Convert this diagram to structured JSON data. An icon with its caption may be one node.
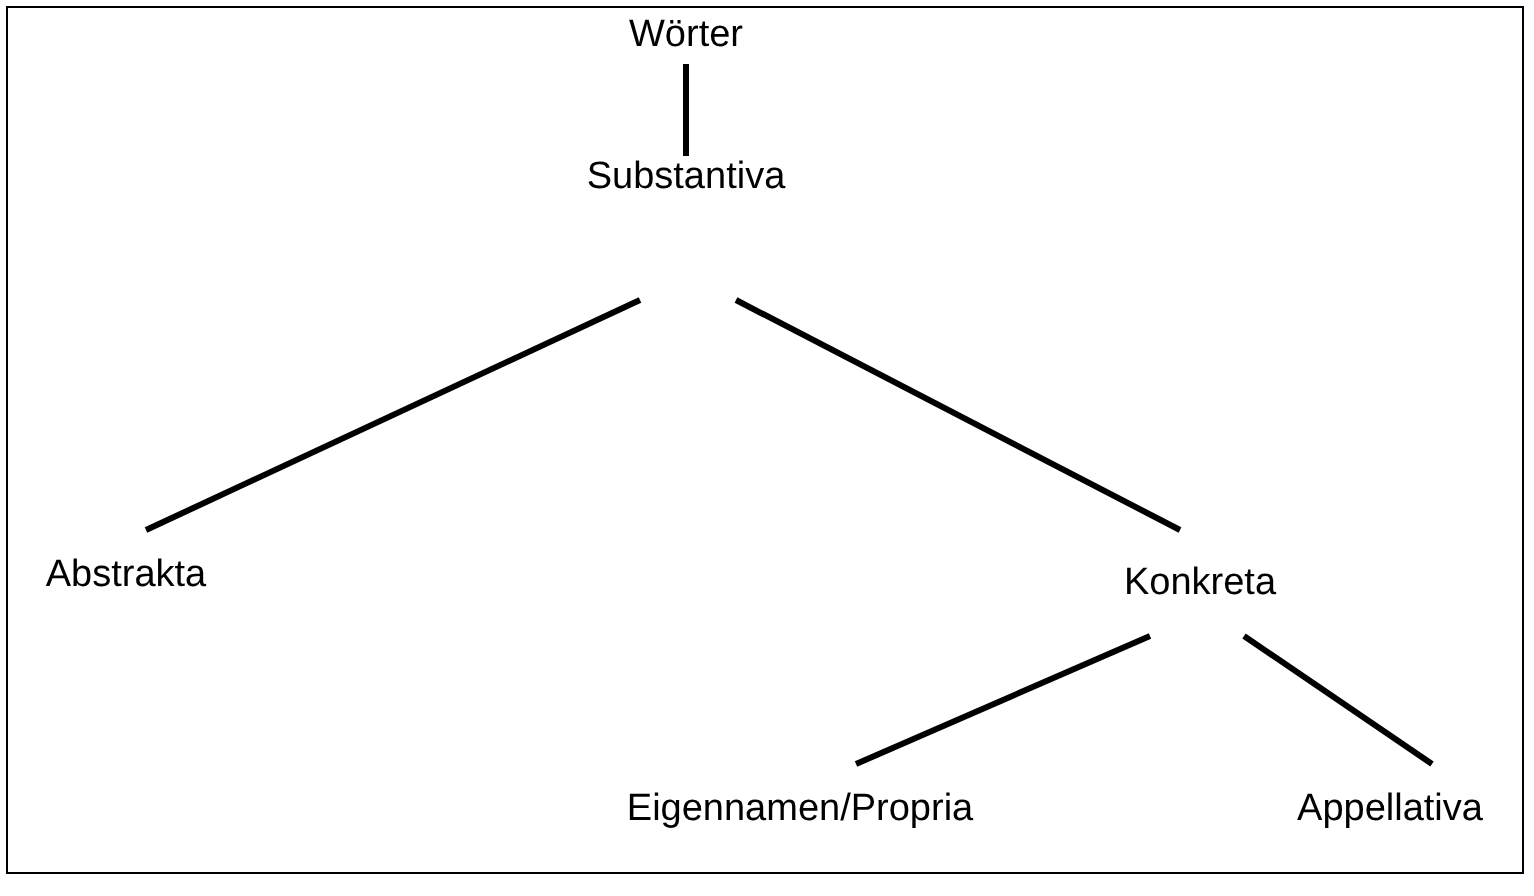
{
  "diagram": {
    "nodes": [
      {
        "text": [
          "Wörter"
        ]
      },
      {
        "text": [
          "Substantiva"
        ]
      },
      {
        "text": [
          "Abstrakta"
        ]
      },
      {
        "text": [
          "Konkreta"
        ]
      },
      {
        "text": [
          "Eigennamen/Propria"
        ]
      },
      {
        "text": [
          "Appellativa"
        ]
      }
    ],
    "edges": [
      {
        "from": 0,
        "to": 1,
        "arrow": "none"
      },
      {
        "from": 1,
        "to": 2,
        "arrow": "none"
      },
      {
        "from": 1,
        "to": 3,
        "arrow": "none"
      },
      {
        "from": 3,
        "to": 4,
        "arrow": "none"
      },
      {
        "from": 3,
        "to": 5,
        "arrow": "none"
      }
    ]
  }
}
